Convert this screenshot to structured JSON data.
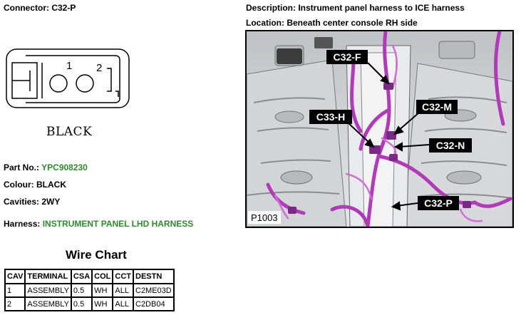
{
  "header": {
    "connector_label": "Connector: C32-P",
    "description_label": "Description: Instrument panel harness to ICE harness",
    "location_label": "Location: Beneath center console RH side"
  },
  "connector": {
    "pin_labels": [
      "1",
      "2"
    ],
    "colour_caption": "BLACK"
  },
  "details": {
    "part_no_label": "Part No.:",
    "part_no_value": "YPC908230",
    "colour": "Colour: BLACK",
    "cavities": "Cavities: 2WY",
    "harness_label": "Harness:",
    "harness_value": "INSTRUMENT PANEL LHD HARNESS"
  },
  "wire_chart": {
    "title": "Wire Chart",
    "headers": [
      "CAV",
      "TERMINAL",
      "CSA",
      "COL",
      "CCT",
      "DESTN"
    ],
    "rows": [
      [
        "1",
        "ASSEMBLY",
        "0.5",
        "WH",
        "ALL",
        "C2ME03D"
      ],
      [
        "2",
        "ASSEMBLY",
        "0.5",
        "WH",
        "ALL",
        "C2DB04"
      ]
    ]
  },
  "photo": {
    "callouts": [
      "C32-F",
      "C32-M",
      "C33-H",
      "C32-N",
      "C32-P"
    ],
    "figure_id": "P1003"
  },
  "colors": {
    "harness": "#b03ab8",
    "green_text": "#2e8b2e",
    "callout_bg": "#000000"
  }
}
